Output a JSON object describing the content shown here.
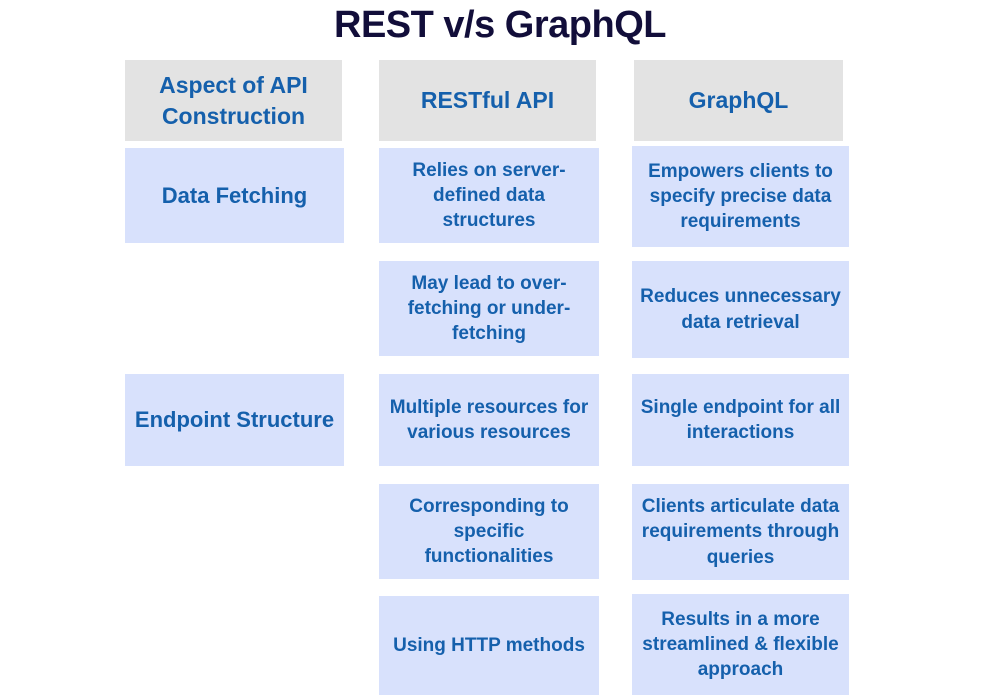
{
  "title": "REST v/s GraphQL",
  "colors": {
    "title_text": "#120e3a",
    "header_bg": "#e3e3e3",
    "cell_bg": "#d8e1fc",
    "cell_text": "#1560ac",
    "page_bg": "#ffffff"
  },
  "table": {
    "headers": [
      "Aspect of API Construction",
      "RESTful API",
      "GraphQL"
    ],
    "rows": [
      {
        "aspect": "Data Fetching",
        "rest": "Relies on server-defined data structures",
        "graphql": "Empowers clients to specify precise data requirements"
      },
      {
        "aspect": "",
        "rest": "May lead to over-fetching or under-fetching",
        "graphql": "Reduces unnecessary data retrieval"
      },
      {
        "aspect": "Endpoint Structure",
        "rest": "Multiple resources for various resources",
        "graphql": "Single endpoint for all interactions"
      },
      {
        "aspect": "",
        "rest": "Corresponding to specific functionalities",
        "graphql": "Clients articulate data requirements through queries"
      },
      {
        "aspect": "",
        "rest": "Using HTTP methods",
        "graphql": "Results in a more streamlined & flexible approach"
      }
    ]
  }
}
